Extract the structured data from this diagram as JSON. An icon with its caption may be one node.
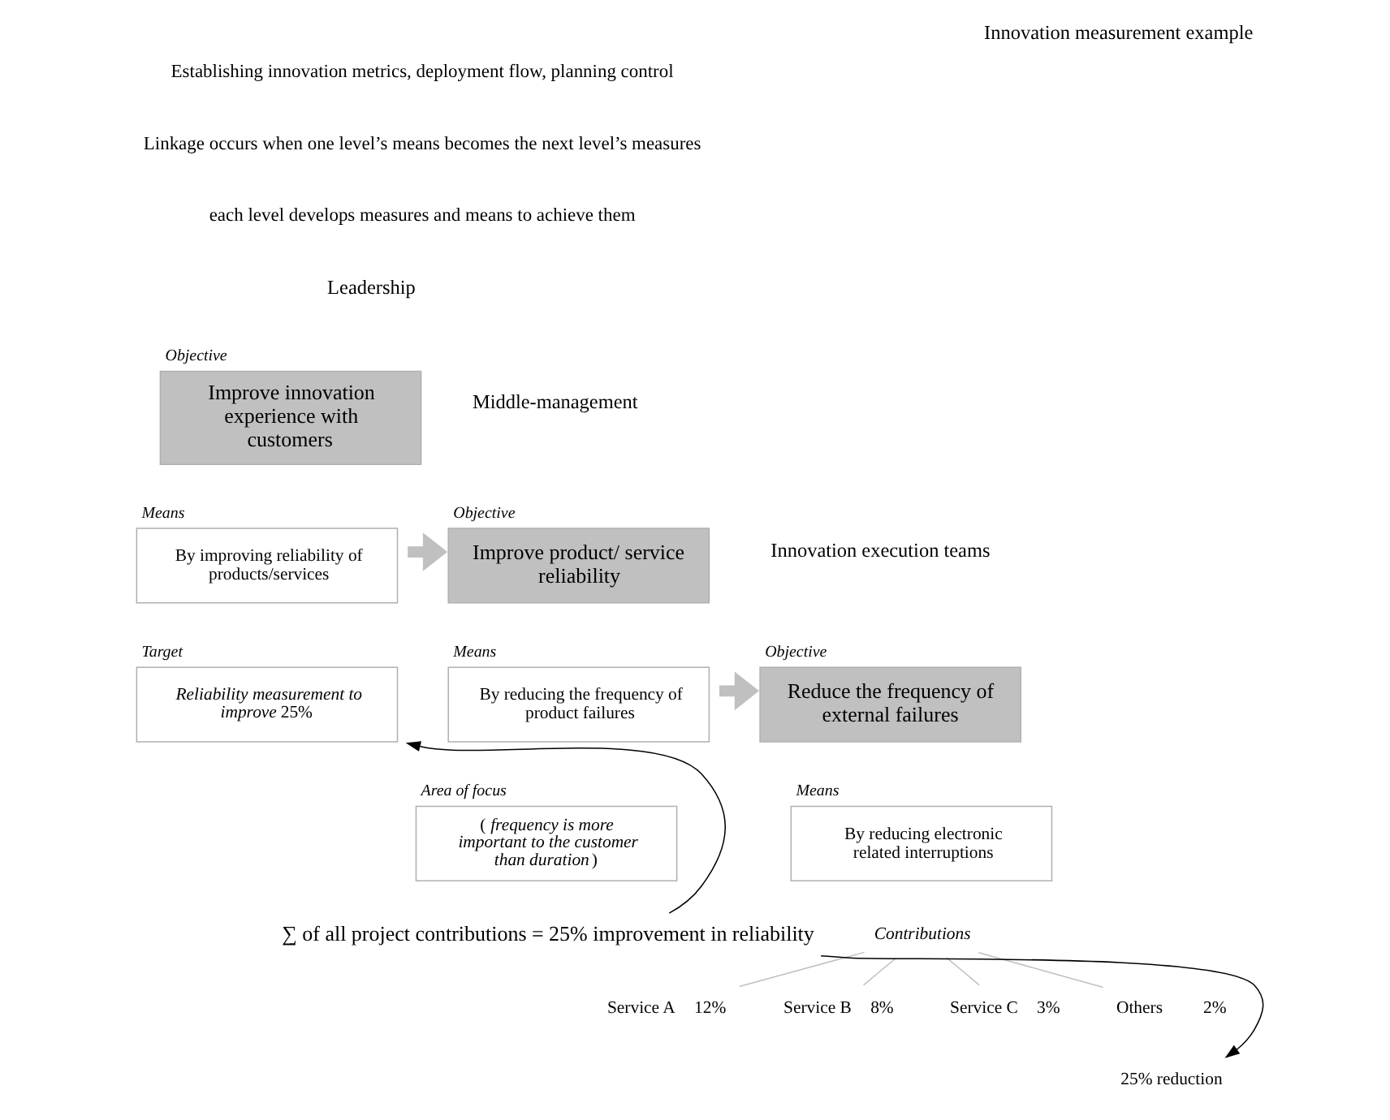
{
  "diagram": {
    "title": "Innovation measurement example",
    "nodes": [
      {
        "text": [
          "Objective",
          "Improve innovation experience with customers"
        ]
      },
      {
        "text": [
          "Means",
          "By improving reliability of products/services"
        ]
      },
      {
        "text": [
          "Target",
          "*Reliability measurement to improve* 25%"
        ]
      },
      {
        "text": [
          "Objective",
          "Improve product/ service reliability"
        ]
      },
      {
        "text": [
          "Means",
          "By reducing the frequency of product failures"
        ]
      },
      {
        "text": [
          "Area of focus",
          "(*frequency is more important to the customer than duration*)"
        ]
      },
      {
        "text": [
          "Objective",
          "Reduce the frequency of external failures"
        ]
      },
      {
        "text": [
          "Means",
          "By reducing electronic related interruptions"
        ]
      },
      {
        "text": [
          "Contributions"
        ]
      },
      {
        "text": [
          "Service A"
        ],
        "beside": [
          "12%"
        ]
      },
      {
        "text": [
          "Service B"
        ],
        "beside": [
          "8%"
        ]
      },
      {
        "text": [
          "Service C"
        ],
        "beside": [
          "3%"
        ]
      },
      {
        "text": [
          "Others"
        ],
        "beside": [
          "2%"
        ]
      },
      {
        "text": [
          "25% reduction"
        ]
      },
      {
        "text": [
          "∑ of all project contributions = 25% improvement in reliability"
        ]
      }
    ],
    "edges": [
      {
        "from": 1,
        "to": 3,
        "arrow": "to",
        "style": "thick",
        "color": "#c0c0c0"
      },
      {
        "from": 4,
        "to": 6,
        "arrow": "to",
        "style": "thick",
        "color": "#c0c0c0"
      },
      {
        "from": 8,
        "to": 9,
        "arrow": "none",
        "color": "#c0c0c0"
      },
      {
        "from": 8,
        "to": 10,
        "arrow": "none",
        "color": "#c0c0c0"
      },
      {
        "from": 8,
        "to": 11,
        "arrow": "none",
        "color": "#c0c0c0"
      },
      {
        "from": 8,
        "to": 12,
        "arrow": "none",
        "color": "#c0c0c0"
      },
      {
        "from": 14,
        "to": 2,
        "arrow": "to",
        "color": "#000000"
      },
      {
        "from": 14,
        "to": 13,
        "arrow": "to",
        "color": "#000000"
      }
    ],
    "labels": [
      "Establishing innovation metrics, deployment flow, planning control",
      "Linkage occurs when one level’s means becomes the next level’s measures",
      "each level develops measures and means to achieve them",
      "Leadership",
      "Middle-management",
      "Innovation execution teams"
    ]
  }
}
